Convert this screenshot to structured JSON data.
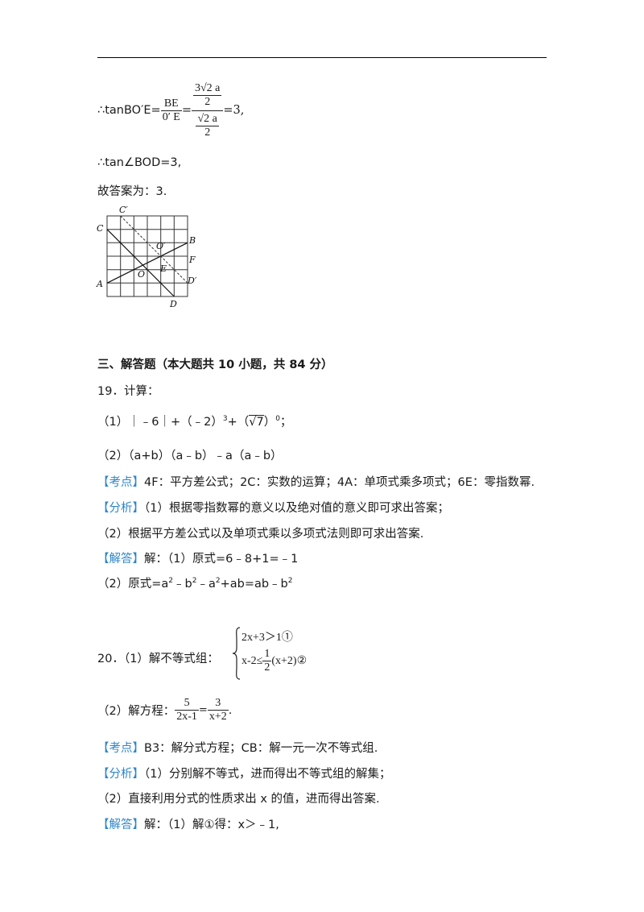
{
  "top": {
    "tan_prefix": "∴tanBO′E=",
    "f1_num": "BE",
    "f1_den": "0′ E",
    "eq": "=",
    "f2_num_num": "3√2 a",
    "f2_num_den": "2",
    "f2_den_num": "√2 a",
    "f2_den_den": "2",
    "tail": "=3,",
    "line2": "∴tan∠BOD=3,",
    "line3": "故答案为：3."
  },
  "figure": {
    "labels": [
      "C′",
      "C",
      "O′",
      "B",
      "F",
      "E",
      "O",
      "A",
      "D′",
      "D"
    ]
  },
  "section": {
    "heading": "三、解答题（本大题共 10 小题，共 84 分）"
  },
  "q19": {
    "stem": "19．计算：",
    "p1_a": "（1）｜﹣6｜+（﹣2）",
    "p1_exp1": "3",
    "p1_b": "+（",
    "p1_rad": "√7",
    "p1_c": "）",
    "p1_exp2": "0",
    "p1_d": "；",
    "p2": "（2）（a+b）（a﹣b）﹣a（a﹣b）",
    "kaodian_tag": "【考点】",
    "kaodian": "4F：平方差公式；2C：实数的运算；4A：单项式乘多项式；6E：零指数幂.",
    "fenxi_tag": "【分析】",
    "fenxi1": "（1）根据零指数幂的意义以及绝对值的意义即可求出答案；",
    "fenxi2": "（2）根据平方差公式以及单项式乘以多项式法则即可求出答案.",
    "jieda_tag": "【解答】",
    "jieda1": "解：（1）原式=6﹣8+1=﹣1",
    "jieda2_a": "（2）原式=a",
    "jieda2_e1": "2",
    "jieda2_b": "﹣b",
    "jieda2_e2": "2",
    "jieda2_c": "﹣a",
    "jieda2_e3": "2",
    "jieda2_d": "+ab=ab﹣b",
    "jieda2_e4": "2"
  },
  "q20": {
    "stem": "20．（1）解不等式组：",
    "ineq1": "2x+3＞1①",
    "ineq2_a": "x-2≤",
    "ineq2_num": "1",
    "ineq2_den": "2",
    "ineq2_b": "(x+2)②",
    "p2_a": "（2）解方程：",
    "p2_f1_num": "5",
    "p2_f1_den": "2x-1",
    "p2_eq": "=",
    "p2_f2_num": "3",
    "p2_f2_den": "x+2",
    "p2_end": ".",
    "kaodian_tag": "【考点】",
    "kaodian": "B3：解分式方程；CB：解一元一次不等式组.",
    "fenxi_tag": "【分析】",
    "fenxi1": "（1）分别解不等式，进而得出不等式组的解集；",
    "fenxi2": "（2）直接利用分式的性质求出 x 的值，进而得出答案.",
    "jieda_tag": "【解答】",
    "jieda1": "解：（1）解①得：x＞﹣1,"
  }
}
